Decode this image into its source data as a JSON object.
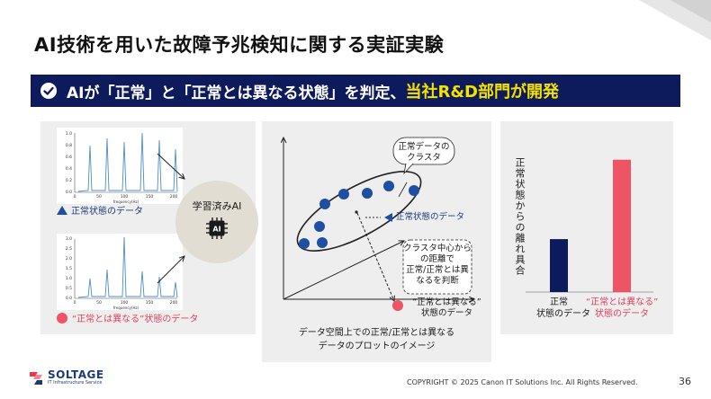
{
  "slide": {
    "title": "AI技術を用いた故障予兆検知に関する実証実験",
    "page_number": "36",
    "copyright": "COPYRIGHT © 2025 Canon IT Solutions Inc. All Rights Reserved."
  },
  "banner": {
    "text": "AIが「正常」と「正常とは異なる状態」を判定、",
    "highlight": "当社R&D部門が開発",
    "background": "#0d1a5c",
    "highlight_color": "#f5e100",
    "icon": "check-circle-icon"
  },
  "panel1": {
    "normal_label": "正常状態のデータ",
    "abnormal_label": "“正常とは異なる”状態のデータ",
    "ai_label": "学習済みAI",
    "chip_label": "AI",
    "chart_normal": {
      "type": "line",
      "x_ticks": [
        "0",
        "50",
        "100",
        "150",
        "200"
      ],
      "y_ticks": [
        "0.0",
        "0.2",
        "0.4",
        "0.6",
        "0.8",
        "1.0"
      ],
      "xlabel": "frequency(Hz)"
    },
    "chart_abnormal": {
      "type": "line",
      "x_ticks": [
        "0",
        "50",
        "100",
        "150",
        "200"
      ],
      "y_ticks": [
        "0.0",
        "0.5",
        "1.0",
        "1.5",
        "2.0",
        "2.5",
        "3.0"
      ],
      "xlabel": "frequency(Hz)"
    }
  },
  "panel2": {
    "cluster_label_1": "正常データの",
    "cluster_label_2": "クラスタ",
    "normal_point_label": "正常状態のデータ",
    "distance_1": "クラスタ中心から",
    "distance_2": "の距離で",
    "distance_3": "正常/正常とは異",
    "distance_4": "なるを判断",
    "abnormal_label_1": "“正常とは異なる”",
    "abnormal_label_2": "状態のデータ",
    "caption_1": "データ空間上での正常/正常とは異なる",
    "caption_2": "データのプロットのイメージ"
  },
  "chart_data": {
    "type": "bar",
    "categories": [
      "正常状態のデータ",
      "“正常とは異なる”状態のデータ"
    ],
    "category_lines": [
      [
        "正常",
        "状態のデータ"
      ],
      [
        "“正常とは異なる”",
        "状態のデータ"
      ]
    ],
    "values": [
      0.4,
      1.0
    ],
    "colors": [
      "#0d1a5c",
      "#ee5366"
    ],
    "ylabel": "正常状態からの離れ具合",
    "ylim": [
      0,
      1.1
    ]
  },
  "footer": {
    "logo_name": "SOLTAGE",
    "logo_sub": "IT Infrastructure Service"
  }
}
